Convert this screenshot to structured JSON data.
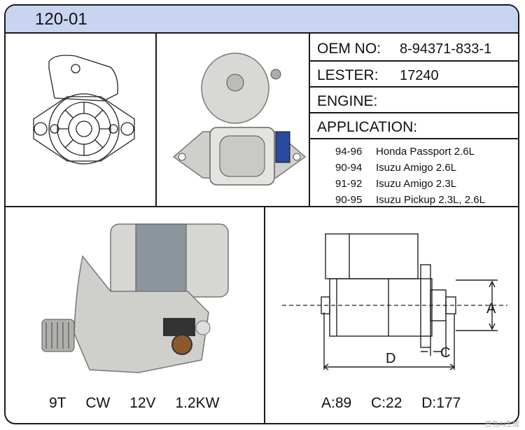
{
  "part_number": "120-01",
  "specs": {
    "oem_label": "OEM NO:",
    "oem_value": "8-94371-833-1",
    "lester_label": "LESTER:",
    "lester_value": "17240",
    "engine_label": "ENGINE:",
    "application_label": "APPLICATION:"
  },
  "applications": [
    {
      "years": "94-96",
      "vehicle": "Honda Passport 2.6L"
    },
    {
      "years": "90-94",
      "vehicle": "Isuzu Amigo 2.6L"
    },
    {
      "years": "91-92",
      "vehicle": "Isuzu Amigo 2.3L"
    },
    {
      "years": "90-95",
      "vehicle": "Isuzu Pickup 2.3L, 2.6L"
    }
  ],
  "ratings": {
    "teeth": "9T",
    "rotation": "CW",
    "voltage": "12V",
    "power": "1.2KW"
  },
  "dimensions": {
    "labels": {
      "a": "A",
      "c": "C",
      "d": "D"
    },
    "a": "A:89",
    "c": "C:22",
    "d": "D:177"
  },
  "watermark": "豆包AI生成",
  "colors": {
    "header": "#c9d4f0",
    "border": "#1a1a1a",
    "connector": "#2a4aa0"
  }
}
